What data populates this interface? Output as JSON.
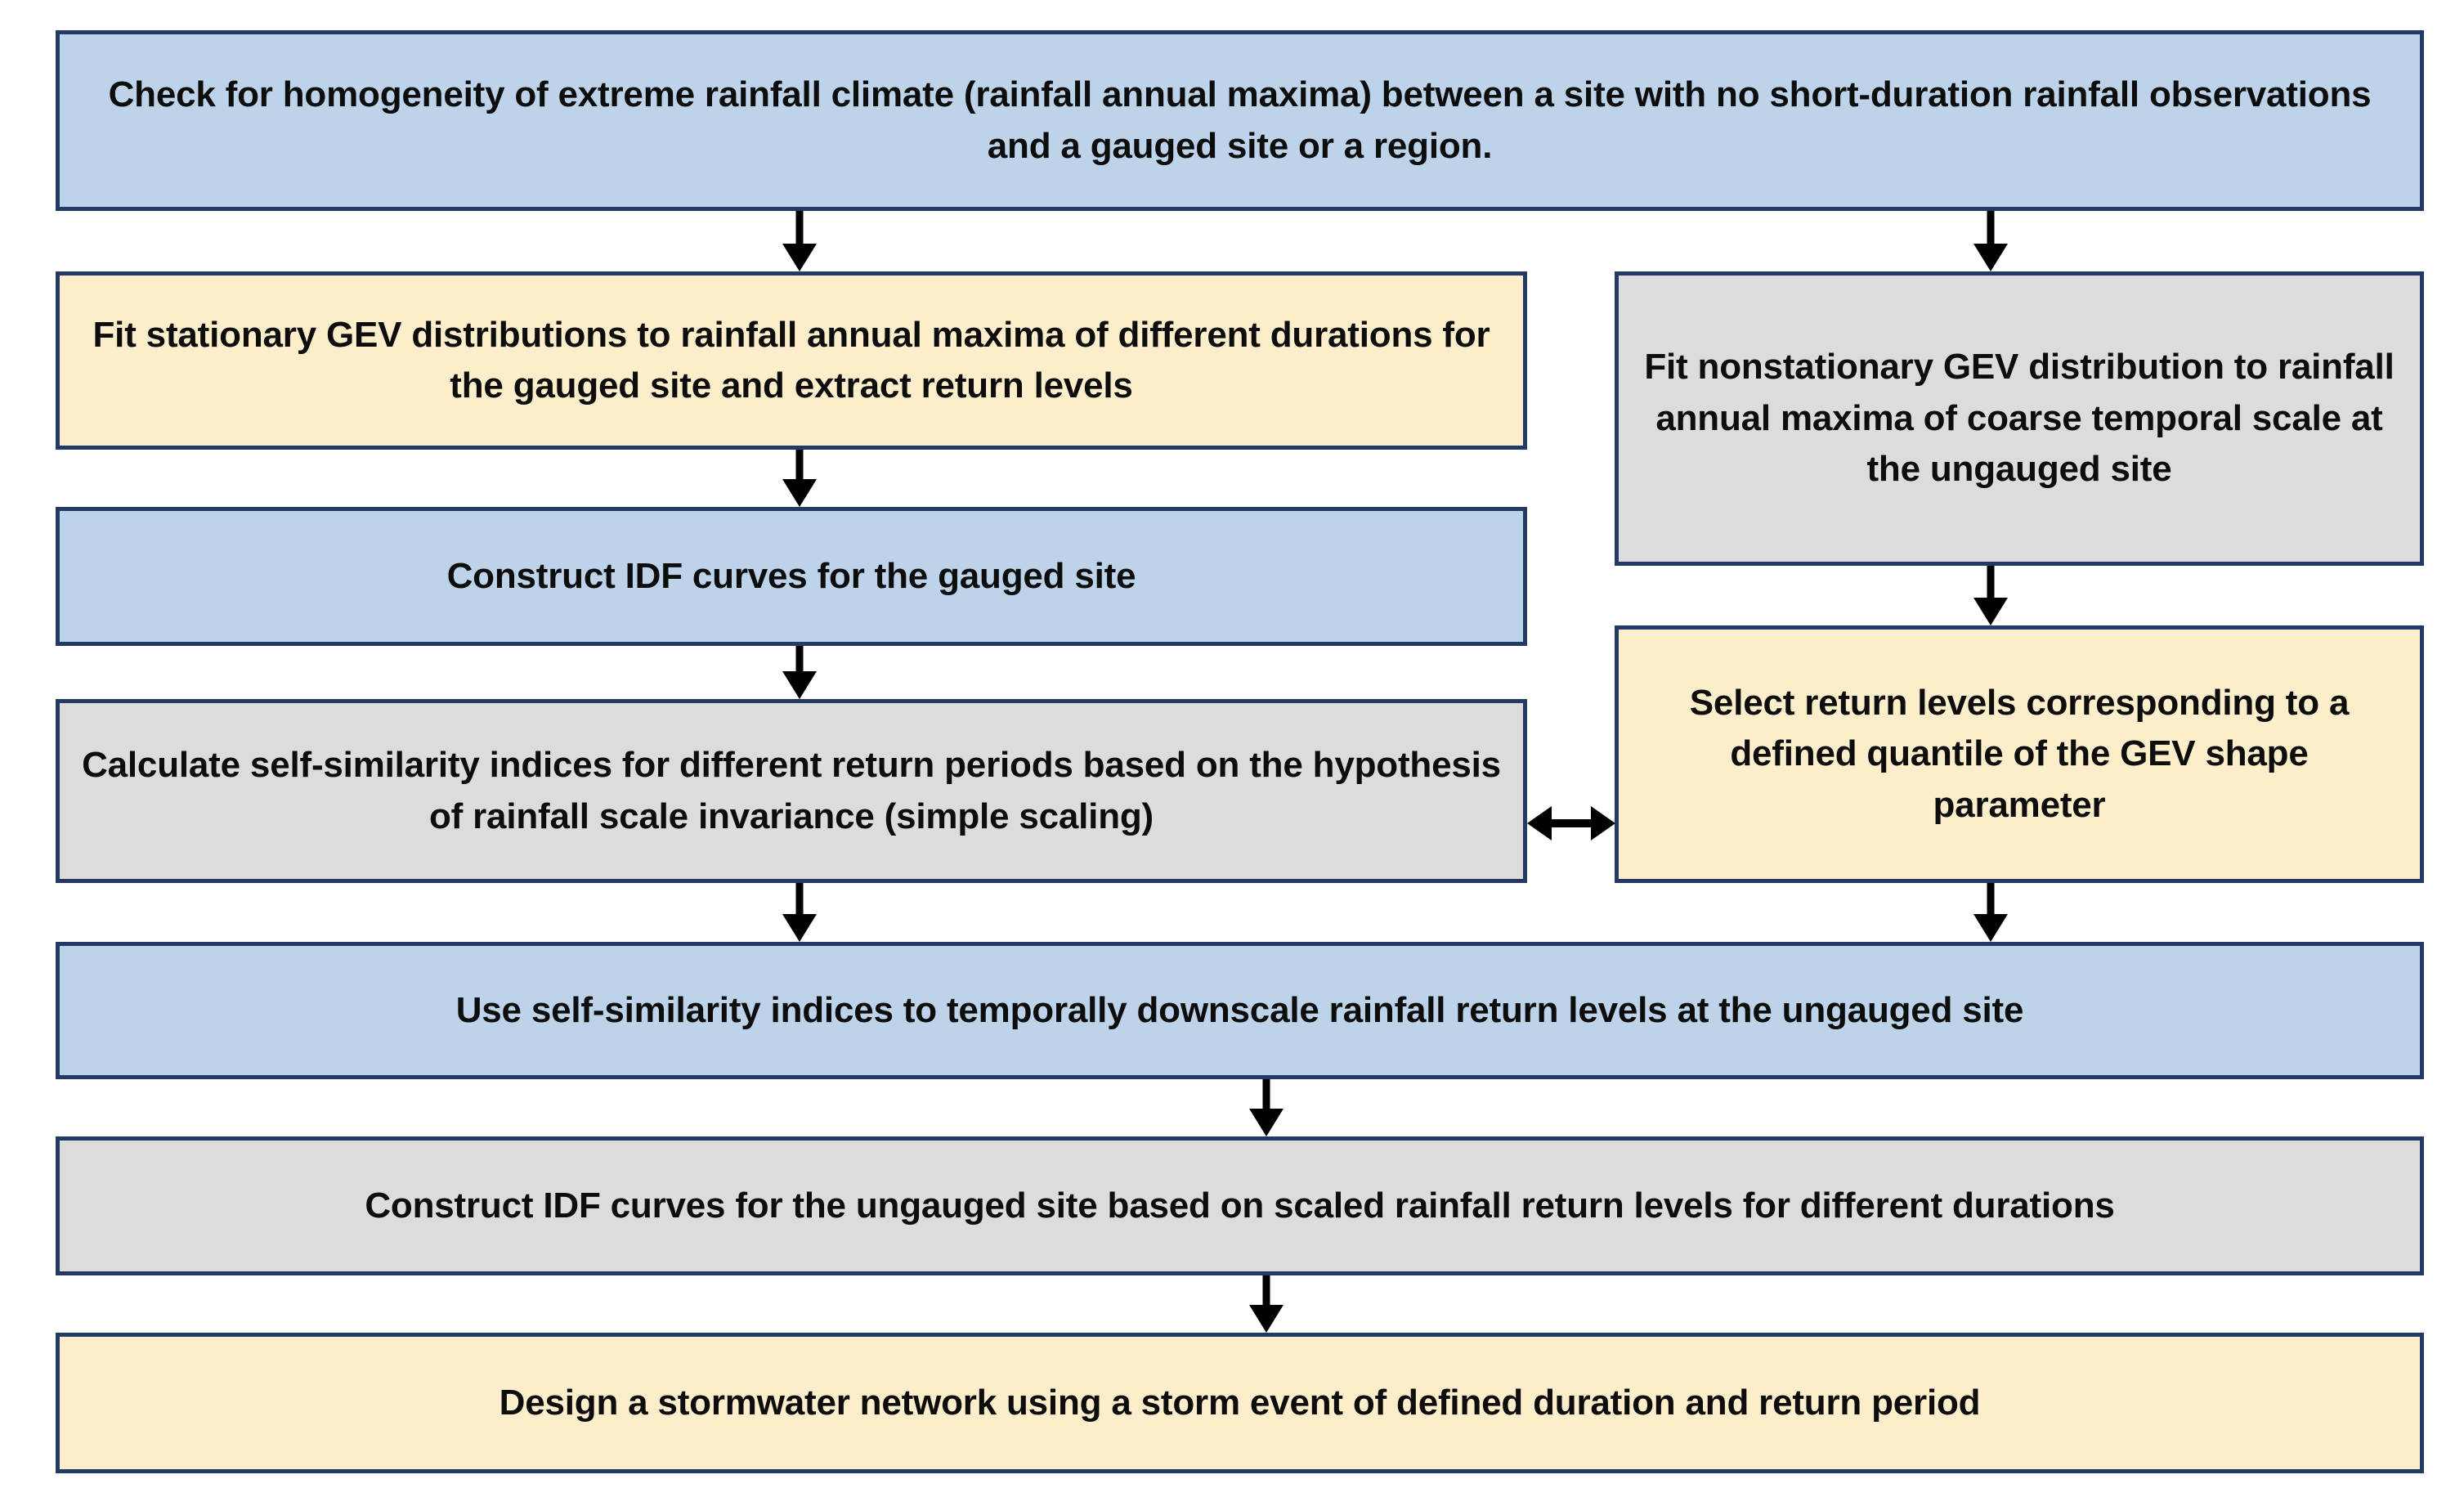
{
  "diagram": {
    "title": "Rainfall IDF downscaling methodology flowchart",
    "colors": {
      "blue_fill": "#bdd3ea",
      "yellow_fill": "#fcedcb",
      "gray_fill": "#dcdcdc",
      "border": "#243a66",
      "arrow": "#000000",
      "text": "#0d0d0d",
      "background": "#ffffff"
    },
    "nodes": [
      {
        "id": "check-homogeneity",
        "text": "Check for homogeneity of extreme rainfall climate (rainfall annual maxima) between a site with no short-duration rainfall observations and a gauged site or a region.",
        "fill": "blue"
      },
      {
        "id": "fit-stationary-gev",
        "text": "Fit stationary GEV distributions to rainfall annual maxima of different durations  for the gauged site and extract return levels",
        "fill": "yellow"
      },
      {
        "id": "fit-nonstationary-gev",
        "text": "Fit nonstationary GEV distribution to rainfall annual maxima of coarse temporal scale at the ungauged site",
        "fill": "gray"
      },
      {
        "id": "construct-idf-gauged",
        "text": "Construct IDF curves for the gauged site",
        "fill": "blue"
      },
      {
        "id": "calculate-self-similarity",
        "text": "Calculate self-similarity indices for different return periods based on the hypothesis of rainfall scale invariance (simple scaling)",
        "fill": "gray"
      },
      {
        "id": "select-return-levels",
        "text": "Select return levels corresponding to a defined quantile of the GEV shape parameter",
        "fill": "yellow"
      },
      {
        "id": "use-self-similarity-downscale",
        "text": "Use self-similarity indices to temporally downscale rainfall return levels at the ungauged site",
        "fill": "blue"
      },
      {
        "id": "construct-idf-ungauged",
        "text": "Construct IDF curves for the ungauged site based on scaled rainfall return levels for different durations",
        "fill": "gray"
      },
      {
        "id": "design-stormwater",
        "text": "Design a stormwater network using a storm event of defined duration and return period",
        "fill": "yellow"
      }
    ],
    "connectors": [
      {
        "id": "c1",
        "from": "check-homogeneity",
        "to": "fit-stationary-gev",
        "direction": "down"
      },
      {
        "id": "c2",
        "from": "check-homogeneity",
        "to": "fit-nonstationary-gev",
        "direction": "down"
      },
      {
        "id": "c3",
        "from": "fit-stationary-gev",
        "to": "construct-idf-gauged",
        "direction": "down"
      },
      {
        "id": "c4",
        "from": "construct-idf-gauged",
        "to": "calculate-self-similarity",
        "direction": "down"
      },
      {
        "id": "c5",
        "from": "fit-nonstationary-gev",
        "to": "select-return-levels",
        "direction": "down"
      },
      {
        "id": "c6",
        "from": "calculate-self-similarity",
        "to": "select-return-levels",
        "direction": "bidirectional-horizontal"
      },
      {
        "id": "c7",
        "from": "calculate-self-similarity",
        "to": "use-self-similarity-downscale",
        "direction": "down"
      },
      {
        "id": "c8",
        "from": "select-return-levels",
        "to": "use-self-similarity-downscale",
        "direction": "down"
      },
      {
        "id": "c9",
        "from": "use-self-similarity-downscale",
        "to": "construct-idf-ungauged",
        "direction": "down"
      },
      {
        "id": "c10",
        "from": "construct-idf-ungauged",
        "to": "design-stormwater",
        "direction": "down"
      }
    ]
  }
}
